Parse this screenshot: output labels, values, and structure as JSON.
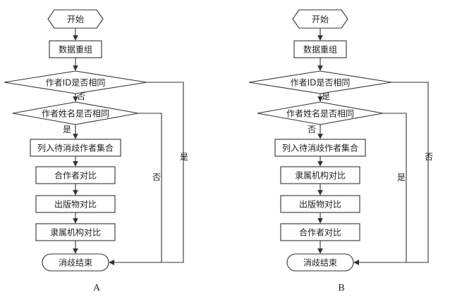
{
  "colors": {
    "stroke": "#333333",
    "text": "#222222",
    "background": "#ffffff"
  },
  "flowcharts": [
    {
      "caption": "A",
      "nodes": [
        {
          "id": "start",
          "shape": "hexagon",
          "label": "开始"
        },
        {
          "id": "regroup",
          "shape": "rect",
          "label": "数据重组"
        },
        {
          "id": "d_id",
          "shape": "diamond",
          "label": "作者ID是否相同"
        },
        {
          "id": "d_name",
          "shape": "diamond",
          "label": "作者姓名是否相同"
        },
        {
          "id": "p1",
          "shape": "rect",
          "label": "列入待消歧作者集合"
        },
        {
          "id": "p2",
          "shape": "rect",
          "label": "合作者对比"
        },
        {
          "id": "p3",
          "shape": "rect",
          "label": "出版物对比"
        },
        {
          "id": "p4",
          "shape": "rect",
          "label": "隶属机构对比"
        },
        {
          "id": "end",
          "shape": "terminal",
          "label": "消歧结束"
        }
      ],
      "edges": [
        {
          "id": "start-regroup",
          "label": ""
        },
        {
          "id": "regroup-d_id",
          "label": ""
        },
        {
          "id": "d_id-d_name",
          "label": "否"
        },
        {
          "id": "d_name-p1",
          "label": "是"
        },
        {
          "id": "p1-p2",
          "label": ""
        },
        {
          "id": "p2-p3",
          "label": ""
        },
        {
          "id": "p3-p4",
          "label": ""
        },
        {
          "id": "p4-end",
          "label": ""
        },
        {
          "id": "d_name-end",
          "label": "否"
        },
        {
          "id": "d_id-end",
          "label": "是"
        }
      ]
    },
    {
      "caption": "B",
      "nodes": [
        {
          "id": "start",
          "shape": "hexagon",
          "label": "开始"
        },
        {
          "id": "regroup",
          "shape": "rect",
          "label": "数据重组"
        },
        {
          "id": "d_id",
          "shape": "diamond",
          "label": "作者ID是否相同"
        },
        {
          "id": "d_name",
          "shape": "diamond",
          "label": "作者姓名是否相同"
        },
        {
          "id": "p1",
          "shape": "rect",
          "label": "列入待消歧作者集合"
        },
        {
          "id": "p2",
          "shape": "rect",
          "label": "隶属机构对比"
        },
        {
          "id": "p3",
          "shape": "rect",
          "label": "出版物对比"
        },
        {
          "id": "p4",
          "shape": "rect",
          "label": "合作者对比"
        },
        {
          "id": "end",
          "shape": "terminal",
          "label": "消歧结束"
        }
      ],
      "edges": [
        {
          "id": "start-regroup",
          "label": ""
        },
        {
          "id": "regroup-d_id",
          "label": ""
        },
        {
          "id": "d_id-d_name",
          "label": "是"
        },
        {
          "id": "d_name-p1",
          "label": "否"
        },
        {
          "id": "p1-p2",
          "label": ""
        },
        {
          "id": "p2-p3",
          "label": ""
        },
        {
          "id": "p3-p4",
          "label": ""
        },
        {
          "id": "p4-end",
          "label": ""
        },
        {
          "id": "d_name-end",
          "label": "是"
        },
        {
          "id": "d_id-end",
          "label": "否"
        }
      ]
    }
  ]
}
